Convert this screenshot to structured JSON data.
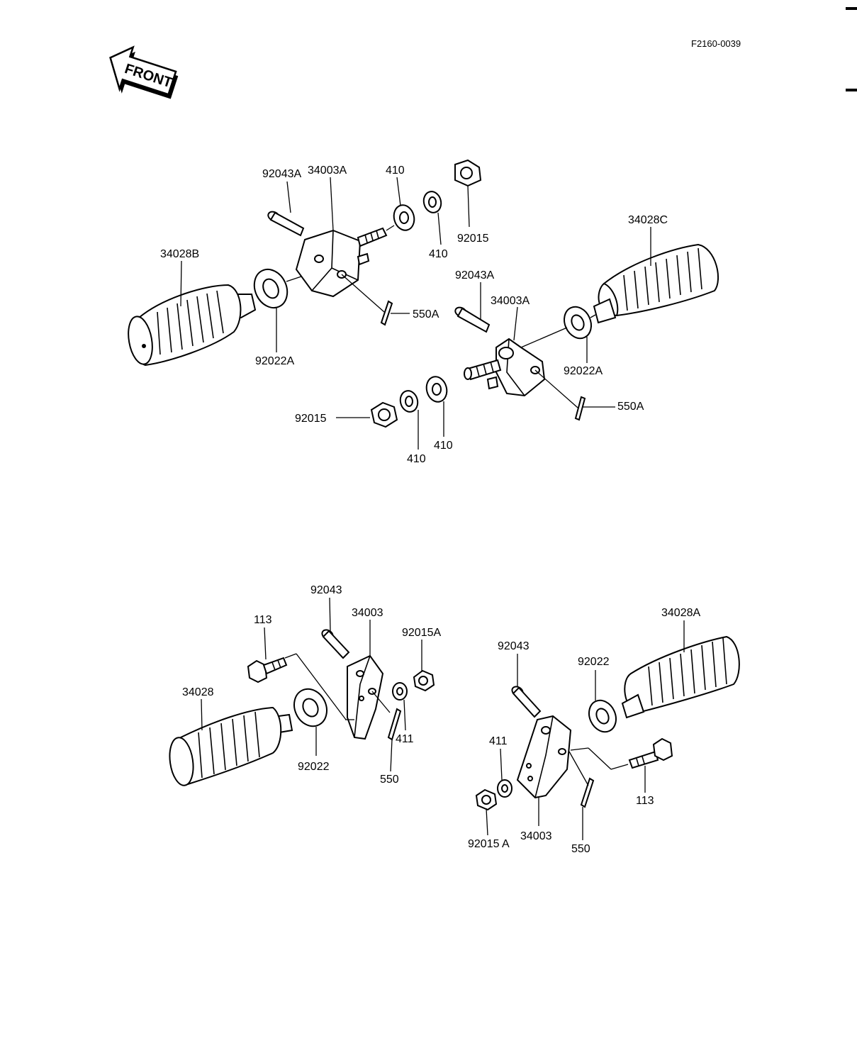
{
  "figure_ref": "F2160-0039",
  "front_arrow_text": "FRONT",
  "labels": {
    "top_92043A_left": "92043A",
    "top_34003A_left": "34003A",
    "top_410_a": "410",
    "top_410_b": "410",
    "top_92015_top": "92015",
    "top_34028B": "34028B",
    "top_92022A_left": "92022A",
    "top_550A_left": "550A",
    "top_34028C": "34028C",
    "top_92043A_right": "92043A",
    "top_34003A_right": "34003A",
    "top_92022A_right": "92022A",
    "top_550A_right": "550A",
    "top_92015_bottom": "92015",
    "top_410_c": "410",
    "top_410_d": "410",
    "bot_113_left": "113",
    "bot_92043_left": "92043",
    "bot_34003_left": "34003",
    "bot_92015A_left": "92015A",
    "bot_34028": "34028",
    "bot_92022_left": "92022",
    "bot_411_left": "411",
    "bot_550_left": "550",
    "bot_92043_right": "92043",
    "bot_34028A": "34028A",
    "bot_92022_right": "92022",
    "bot_411_right": "411",
    "bot_113_right": "113",
    "bot_92015A_right": "92015 A",
    "bot_34003_right": "34003",
    "bot_550_right": "550"
  }
}
